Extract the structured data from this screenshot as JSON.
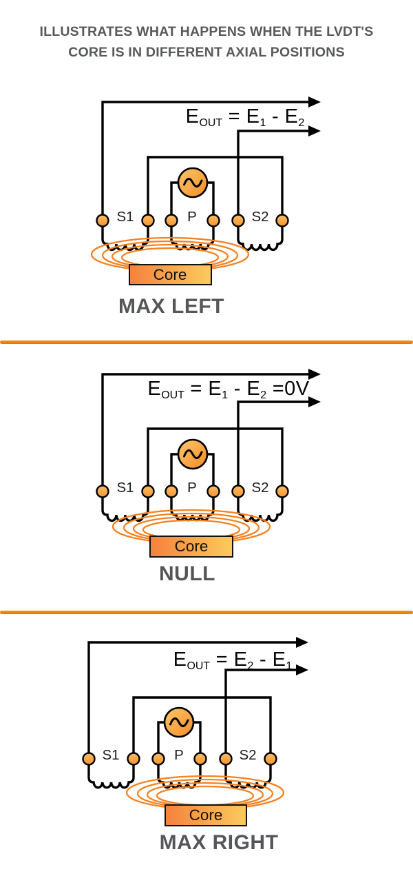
{
  "title": {
    "line1": "ILLUSTRATES WHAT HAPPENS WHEN THE LVDT'S",
    "line2": "CORE IS IN DIFFERENT AXIAL POSITIONS"
  },
  "colors": {
    "title_gray": "#58595B",
    "caption_gray": "#55565A",
    "wire_black": "#000000",
    "field_line_orange": "#F58220",
    "divider_orange": "#EE7D04",
    "core_gradient": [
      "#F5813D",
      "#FCCB5D"
    ],
    "source_gradient": [
      "#FCC86B",
      "#F78B28"
    ],
    "terminal_gradient": [
      "#FBBE66",
      "#F69530"
    ]
  },
  "diagrams": [
    {
      "caption": "MAX LEFT",
      "core_label": "Core",
      "core_position": "left",
      "terminal_labels": [
        "S1",
        "P",
        "S2"
      ],
      "equation": [
        {
          "t": "E"
        },
        {
          "t": "OUT",
          "sub": true
        },
        {
          "t": " = E"
        },
        {
          "t": "1",
          "sub": true
        },
        {
          "t": " - E"
        },
        {
          "t": "2",
          "sub": true
        }
      ]
    },
    {
      "caption": "NULL",
      "core_label": "Core",
      "core_position": "center",
      "terminal_labels": [
        "S1",
        "P",
        "S2"
      ],
      "equation": [
        {
          "t": "E"
        },
        {
          "t": "OUT",
          "sub": true
        },
        {
          "t": " = E"
        },
        {
          "t": "1",
          "sub": true
        },
        {
          "t": " - E"
        },
        {
          "t": "2",
          "sub": true
        },
        {
          "t": " =0V"
        }
      ]
    },
    {
      "caption": "MAX RIGHT",
      "core_label": "Core",
      "core_position": "right",
      "terminal_labels": [
        "S1",
        "P",
        "S2"
      ],
      "equation": [
        {
          "t": "E"
        },
        {
          "t": "OUT",
          "sub": true
        },
        {
          "t": " = E"
        },
        {
          "t": "2",
          "sub": true
        },
        {
          "t": " - E"
        },
        {
          "t": "1",
          "sub": true
        }
      ]
    }
  ]
}
